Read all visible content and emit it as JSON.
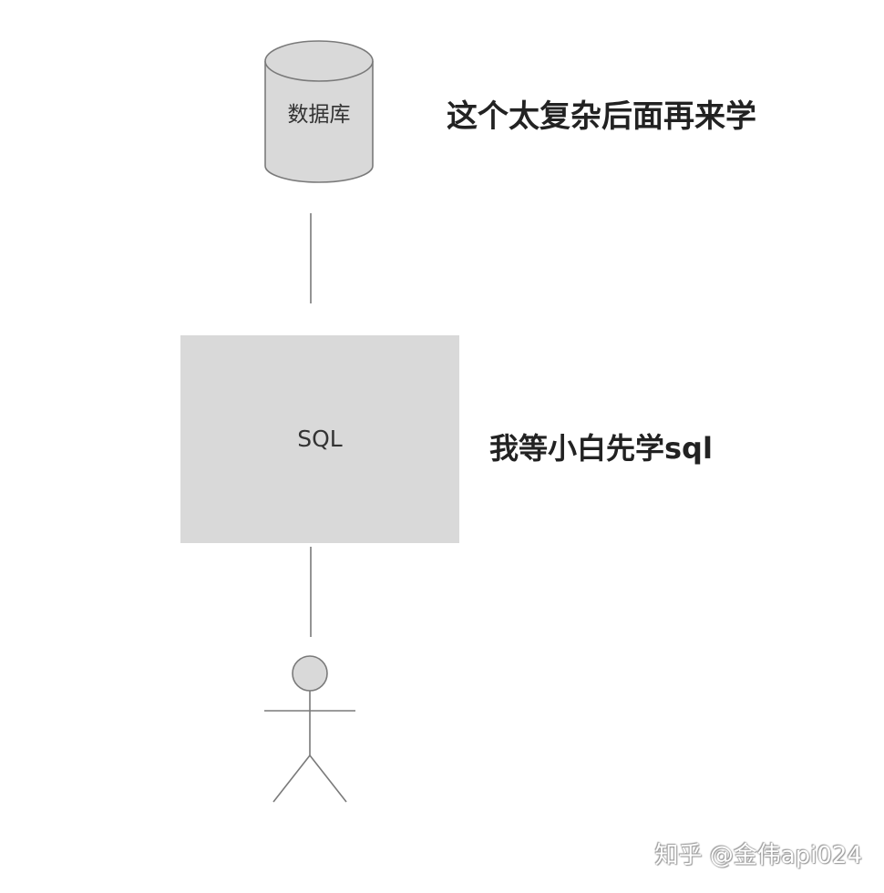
{
  "diagram": {
    "database_label": "数据库",
    "sql_label": "SQL",
    "database_note": "这个太复杂后面再来学",
    "sql_note": "我等小白先学sql",
    "watermark": "知乎 @金伟api024"
  }
}
